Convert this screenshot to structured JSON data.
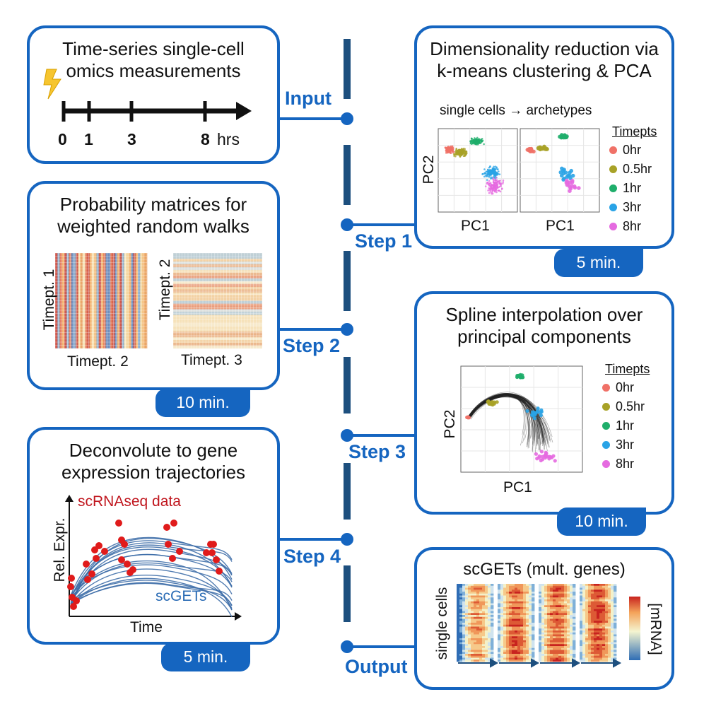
{
  "steps": {
    "input": "Input",
    "step1": "Step 1",
    "step2": "Step 2",
    "step3": "Step 3",
    "step4": "Step 4",
    "output": "Output"
  },
  "panel_input": {
    "title_line1": "Time-series single-cell",
    "title_line2": "omics measurements",
    "ticks": [
      "0",
      "1",
      "3",
      "8"
    ],
    "unit": "hrs"
  },
  "panel_matrices": {
    "title_line1": "Probability matrices for",
    "title_line2": "weighted random walks",
    "left_ylabel": "Timept. 1",
    "left_xlabel": "Timept. 2",
    "right_ylabel": "Timept. 2",
    "right_xlabel": "Timept. 3",
    "time": "10 min."
  },
  "panel_deconv": {
    "title_line1": "Deconvolute to gene",
    "title_line2": "expression trajectories",
    "data_label": "scRNAseq data",
    "curve_label": "scGETs",
    "ylabel": "Rel. Expr.",
    "xlabel": "Time",
    "time": "5 min."
  },
  "panel_pca": {
    "title_line1": "Dimensionality reduction via",
    "title_line2": "k-means clustering & PCA",
    "subtitle": "single cells → archetypes",
    "ylabel": "PC2",
    "xlabel_left": "PC1",
    "xlabel_right": "PC1",
    "legend_title": "Timepts",
    "legend": [
      "0hr",
      "0.5hr",
      "1hr",
      "3hr",
      "8hr"
    ],
    "colors": [
      "#f07167",
      "#a8a227",
      "#1fae6b",
      "#29a3e6",
      "#e56ae0"
    ],
    "time": "5 min."
  },
  "panel_spline": {
    "title_line1": "Spline interpolation over",
    "title_line2": "principal components",
    "ylabel": "PC2",
    "xlabel": "PC1",
    "legend_title": "Timepts",
    "legend": [
      "0hr",
      "0.5hr",
      "1hr",
      "3hr",
      "8hr"
    ],
    "time": "10 min."
  },
  "panel_output": {
    "title": "scGETs (mult. genes)",
    "ylabel": "single cells",
    "colorbar_label": "[mRNA]"
  }
}
